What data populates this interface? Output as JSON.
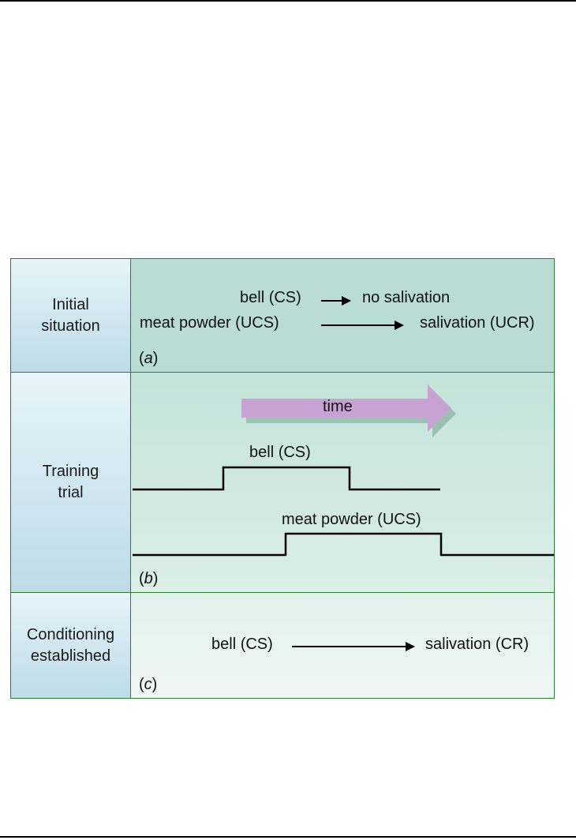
{
  "panels": {
    "a": {
      "label_lines": [
        "Initial",
        "situation"
      ],
      "row1_left": "bell (CS)",
      "row1_right": "no salivation",
      "row2_left": "meat powder (UCS)",
      "row2_right": "salivation (UCR)",
      "letter": "a"
    },
    "b": {
      "label_lines": [
        "Training",
        "trial"
      ],
      "time_label": "time",
      "cs_label": "bell (CS)",
      "ucs_label": "meat powder (UCS)",
      "letter": "b"
    },
    "c": {
      "label_lines": [
        "Conditioning",
        "established"
      ],
      "left": "bell (CS)",
      "right": "salivation (CR)",
      "letter": "c"
    }
  },
  "colors": {
    "border": "#2e7d32",
    "time_arrow": "#c7a3d4",
    "time_arrow_shadow": "#8fb8a8"
  }
}
